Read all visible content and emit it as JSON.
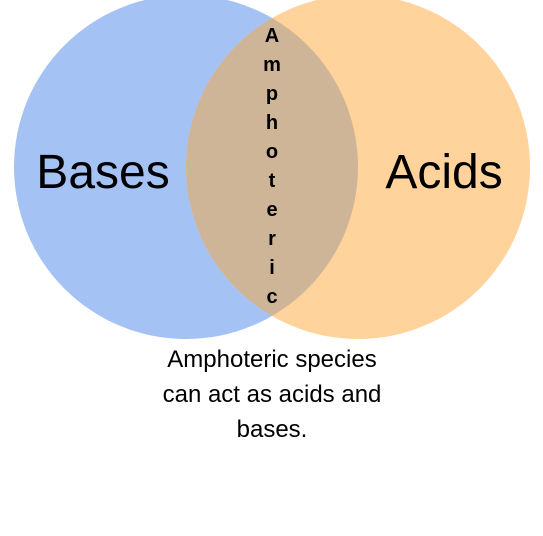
{
  "diagram": {
    "left_set": {
      "label": "Bases",
      "color": "#a4c2f4"
    },
    "right_set": {
      "label": "Acids",
      "color": "#ffd39b"
    },
    "overlap": {
      "label": "Amphoteric",
      "color": "#cfb597"
    },
    "caption_lines": [
      "Amphoteric species",
      "can act as acids and",
      "bases."
    ]
  }
}
